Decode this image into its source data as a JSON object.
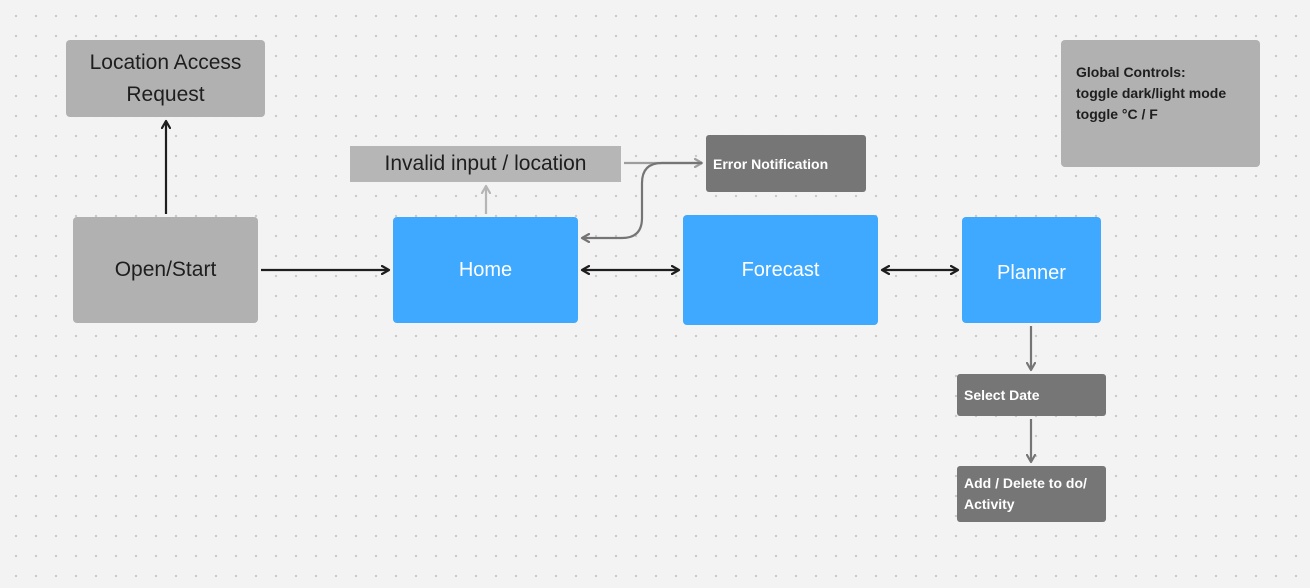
{
  "nodes": {
    "location_request": {
      "lines": [
        "Location Access",
        "Request"
      ]
    },
    "open_start": {
      "label": "Open/Start"
    },
    "invalid_input": {
      "label": "Invalid input / location"
    },
    "error_notification": {
      "label": "Error Notification"
    },
    "home": {
      "label": "Home"
    },
    "forecast": {
      "label": "Forecast"
    },
    "planner": {
      "label": "Planner"
    },
    "select_date": {
      "label": "Select Date"
    },
    "add_delete": {
      "lines": [
        "Add / Delete to do/",
        "Activity"
      ]
    },
    "global_controls": {
      "lines": [
        "Global Controls:",
        "toggle dark/light mode",
        "toggle °C / F"
      ]
    }
  },
  "edges": [
    {
      "from": "Open/Start",
      "to": "Location Access Request",
      "color": "#1e1e1e"
    },
    {
      "from": "Open/Start",
      "to": "Home",
      "color": "#1e1e1e"
    },
    {
      "from": "Home",
      "to": "Invalid input / location",
      "color": "#b5b5b5"
    },
    {
      "from": "Invalid input / location",
      "to": "Error Notification",
      "color": "#9e9e9e"
    },
    {
      "from": "Error Notification",
      "to": "Home",
      "color": "#757575"
    },
    {
      "from": "Home",
      "to": "Forecast",
      "color": "#1e1e1e",
      "bidirectional": true
    },
    {
      "from": "Forecast",
      "to": "Planner",
      "color": "#1e1e1e",
      "bidirectional": true
    },
    {
      "from": "Planner",
      "to": "Select Date",
      "color": "#757575"
    },
    {
      "from": "Select Date",
      "to": "Add / Delete to do/ Activity",
      "color": "#757575"
    }
  ]
}
